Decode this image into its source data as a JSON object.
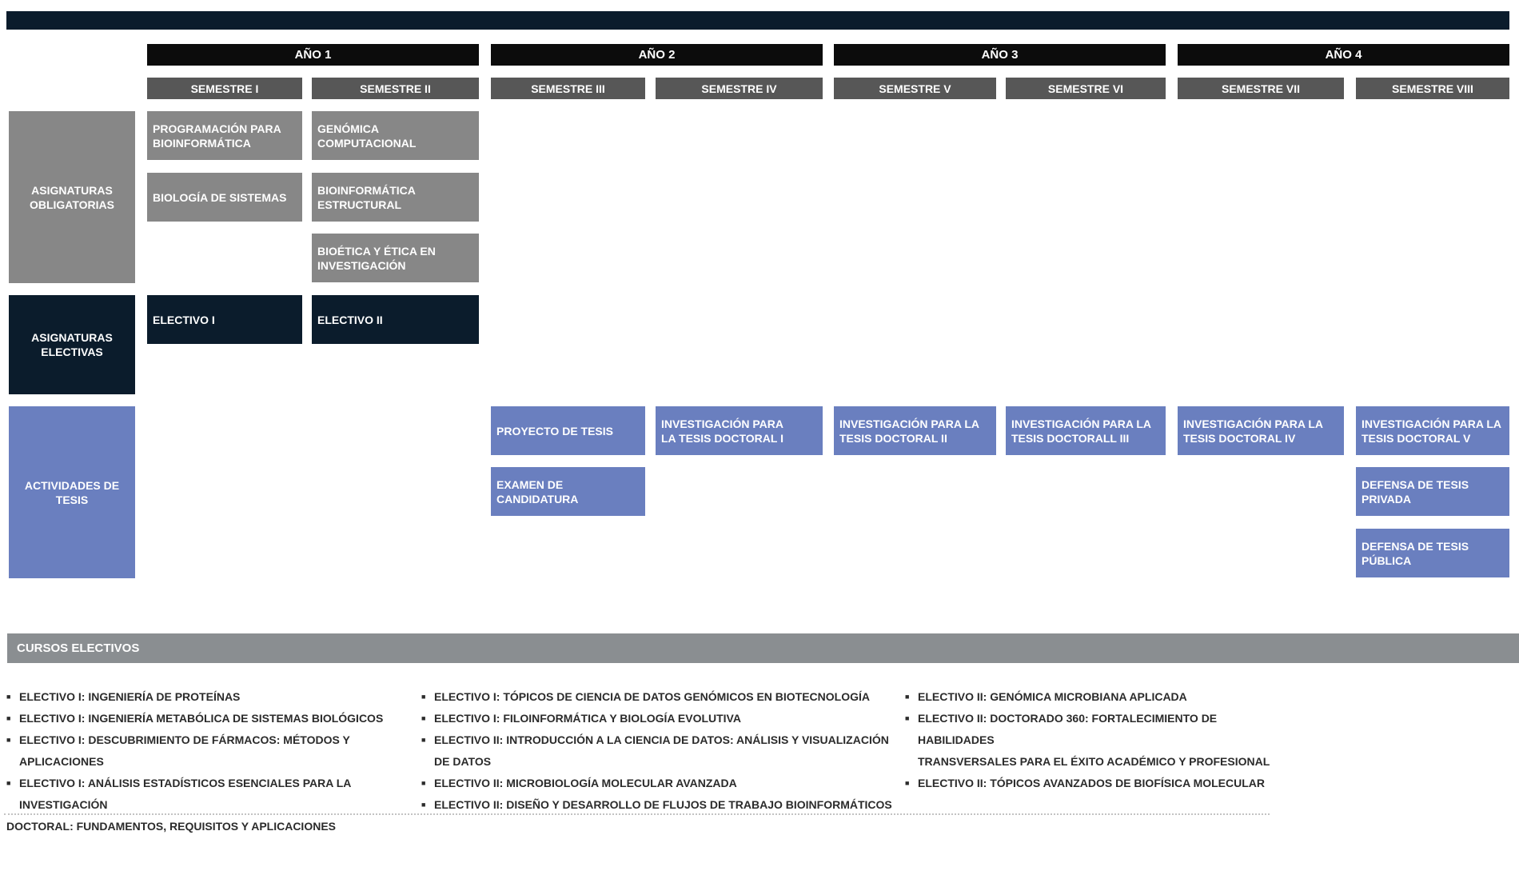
{
  "years": [
    "AÑO 1",
    "AÑO 2",
    "AÑO 3",
    "AÑO 4"
  ],
  "semesters": [
    "SEMESTRE I",
    "SEMESTRE II",
    "SEMESTRE III",
    "SEMESTRE IV",
    "SEMESTRE V",
    "SEMESTRE VI",
    "SEMESTRE VII",
    "SEMESTRE VIII"
  ],
  "row_headers": {
    "obligatorias": "ASIGNATURAS OBLIGATORIAS",
    "electivas": "ASIGNATURAS ELECTIVAS",
    "tesis": "ACTIVIDADES DE TESIS"
  },
  "required": [
    "PROGRAMACIÓN PARA BIOINFORMÁTICA",
    "BIOLOGÍA DE SISTEMAS",
    "GENÓMICA COMPUTACIONAL",
    "BIOINFORMÁTICA ESTRUCTURAL",
    "BIOÉTICA Y ÉTICA EN INVESTIGACIÓN"
  ],
  "electives": [
    "ELECTIVO I",
    "ELECTIVO II"
  ],
  "thesis": [
    "PROYECTO DE TESIS",
    "EXAMEN DE CANDIDATURA",
    "INVESTIGACIÓN PARA LA TESIS DOCTORAL I",
    "INVESTIGACIÓN PARA LA TESIS DOCTORAL II",
    "INVESTIGACIÓN PARA LA TESIS DOCTORALL III",
    "INVESTIGACIÓN PARA LA TESIS DOCTORAL IV",
    "INVESTIGACIÓN PARA LA TESIS DOCTORAL V",
    "DEFENSA DE TESIS PRIVADA",
    "DEFENSA DE TESIS PÚBLICA"
  ],
  "cursos_electivos": {
    "title": "CURSOS ELECTIVOS",
    "col1": [
      "ELECTIVO I: INGENIERÍA DE PROTEÍNAS",
      "ELECTIVO I: INGENIERÍA METABÓLICA DE SISTEMAS BIOLÓGICOS",
      "ELECTIVO I: DESCUBRIMIENTO DE FÁRMACOS: MÉTODOS Y APLICACIONES",
      "ELECTIVO I: ANÁLISIS ESTADÍSTICOS ESENCIALES PARA LA INVESTIGACIÓN",
      "DOCTORAL: FUNDAMENTOS, REQUISITOS Y APLICACIONES"
    ],
    "col2": [
      "ELECTIVO I: TÓPICOS DE CIENCIA DE DATOS GENÓMICOS EN BIOTECNOLOGÍA",
      "ELECTIVO I: FILOINFORMÁTICA Y BIOLOGÍA EVOLUTIVA",
      "ELECTIVO II: INTRODUCCIÓN A LA CIENCIA DE DATOS: ANÁLISIS Y VISUALIZACIÓN DE DATOS",
      "ELECTIVO II: MICROBIOLOGÍA MOLECULAR AVANZADA",
      "ELECTIVO II: DISEÑO Y DESARROLLO DE FLUJOS DE TRABAJO BIOINFORMÁTICOS"
    ],
    "col3": [
      "ELECTIVO II: GENÓMICA MICROBIANA APLICADA",
      "ELECTIVO II: DOCTORADO 360: FORTALECIMIENTO DE HABILIDADES",
      "TRANSVERSALES PARA EL ÉXITO ACADÉMICO Y PROFESIONAL",
      "ELECTIVO II: TÓPICOS AVANZADOS DE BIOFÍSICA MOLECULAR"
    ]
  },
  "colors": {
    "navy": "#0b1c2c",
    "required_gray": "#878787",
    "thesis_blue": "#6a7fbf",
    "semester_gray": "#575757",
    "band_gray": "#8a8e91"
  }
}
